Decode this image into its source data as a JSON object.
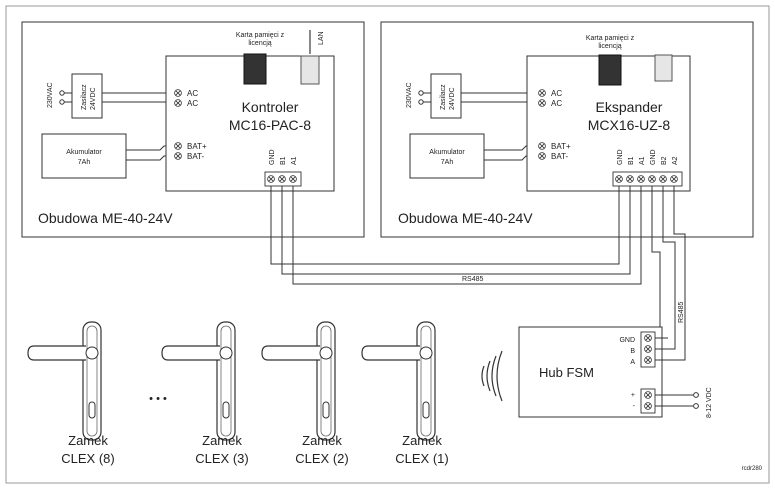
{
  "enclosure_left": {
    "label": "Obudowa ME-40-24V"
  },
  "enclosure_right": {
    "label": "Obudowa ME-40-24V"
  },
  "controller": {
    "name": "Kontroler",
    "model": "MC16-PAC-8",
    "card_label_1": "Karta pamięci z",
    "card_label_2": "licencją",
    "lan": "LAN",
    "ac1": "AC",
    "ac2": "AC",
    "bat_plus": "BAT+",
    "bat_minus": "BAT-",
    "pins": [
      "GND",
      "B1",
      "A1"
    ]
  },
  "expander": {
    "name": "Ekspander",
    "model": "MCX16-UZ-8",
    "card_label_1": "Karta pamięci z",
    "card_label_2": "licencją",
    "ac1": "AC",
    "ac2": "AC",
    "bat_plus": "BAT+",
    "bat_minus": "BAT-",
    "pins": [
      "GND",
      "B1",
      "A1",
      "GND",
      "B2",
      "A2"
    ]
  },
  "psu": {
    "input": "230VAC",
    "line1": "Zasilacz",
    "line2": "24VDC"
  },
  "battery": {
    "line1": "Akumulator",
    "line2": "7Ah"
  },
  "bus": {
    "rs485_horizontal": "RS485",
    "rs485_vertical": "RS485"
  },
  "hub": {
    "name": "Hub FSM",
    "gnd": "GND",
    "b": "B",
    "a": "A",
    "plus": "+",
    "minus": "-",
    "supply": "8-12 VDC"
  },
  "locks": [
    {
      "line1": "Zamek",
      "line2": "CLEX (8)"
    },
    {
      "line1": "Zamek",
      "line2": "CLEX (3)"
    },
    {
      "line1": "Zamek",
      "line2": "CLEX (2)"
    },
    {
      "line1": "Zamek",
      "line2": "CLEX (1)"
    }
  ],
  "ellipsis": "• • •",
  "figure_code": "rcdr280"
}
